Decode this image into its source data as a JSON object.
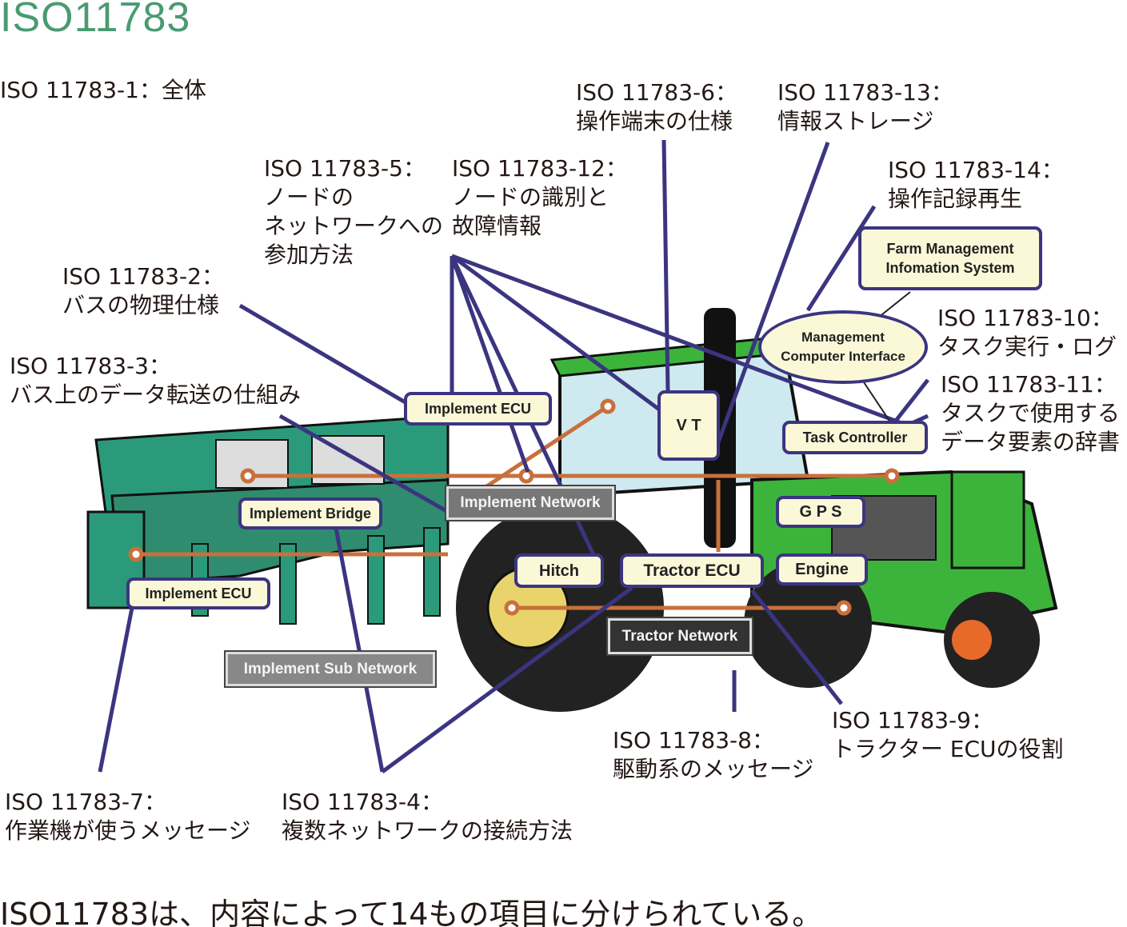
{
  "title": "ISO11783",
  "labels": {
    "p1": {
      "l1": "ISO 11783-1：全体"
    },
    "p2": {
      "l1": "ISO 11783-2：",
      "l2": "バスの物理仕様"
    },
    "p3": {
      "l1": "ISO 11783-3：",
      "l2": "バス上のデータ転送の仕組み"
    },
    "p4": {
      "l1": "ISO 11783-4：",
      "l2": "複数ネットワークの接続方法"
    },
    "p5": {
      "l1": "ISO 11783-5：",
      "l2": "ノードの",
      "l3": "ネットワークへの",
      "l4": "参加方法"
    },
    "p6": {
      "l1": "ISO 11783-6：",
      "l2": "操作端末の仕様"
    },
    "p7": {
      "l1": "ISO 11783-7：",
      "l2": "作業機が使うメッセージ"
    },
    "p8": {
      "l1": "ISO 11783-8：",
      "l2": "駆動系のメッセージ"
    },
    "p9": {
      "l1": "ISO 11783-9：",
      "l2": "トラクター ECUの役割"
    },
    "p10": {
      "l1": "ISO 11783-10：",
      "l2": "タスク実行・ログ"
    },
    "p11": {
      "l1": "ISO 11783-11：",
      "l2": "タスクで使用する",
      "l3": "データ要素の辞書"
    },
    "p12": {
      "l1": "ISO 11783-12：",
      "l2": "ノードの識別と",
      "l3": "故障情報"
    },
    "p13": {
      "l1": "ISO 11783-13：",
      "l2": "情報ストレージ"
    },
    "p14": {
      "l1": "ISO 11783-14：",
      "l2": "操作記録再生"
    }
  },
  "nodes": {
    "implement_ecu_top": "Implement ECU",
    "vt": "V T",
    "task_controller": "Task Controller",
    "fmis_l1": "Farm Management",
    "fmis_l2": "Infomation System",
    "mci_l1": "Management",
    "mci_l2": "Computer Interface",
    "implement_network": "Implement Network",
    "implement_bridge": "Implement Bridge",
    "gps": "G P S",
    "hitch": "Hitch",
    "tractor_ecu": "Tractor ECU",
    "engine": "Engine",
    "implement_ecu_bottom": "Implement ECU",
    "tractor_network": "Tractor Network",
    "implement_sub_network": "Implement Sub Network"
  },
  "footer": "ISO11783は、内容によって14もの項目に分けられている。",
  "colors": {
    "title": "#4a9a72",
    "callout": "#3b3580",
    "bus": "#c8703c",
    "tractor": "#3cb43c",
    "implement": "#2a9a7a"
  }
}
